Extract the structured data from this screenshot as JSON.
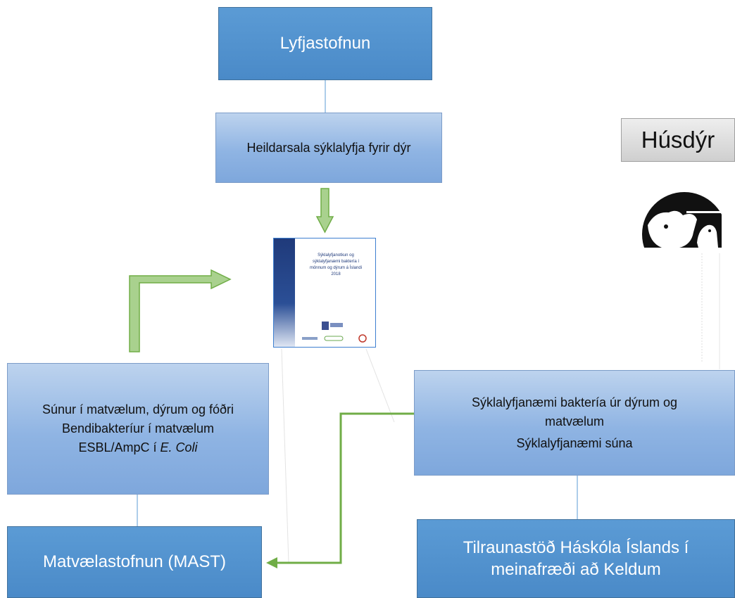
{
  "boxes": {
    "lyfjastofnun": "Lyfjastofnun",
    "heildarsala": "Heildarsala sýklalyfja fyrir dýr",
    "husdyr": "Húsdýr",
    "sunur_line1": "Súnur í matvælum, dýrum og fóðri",
    "sunur_line2": "Bendibakteríur í matvælum",
    "sunur_line3_prefix": "ESBL/AmpC í ",
    "sunur_line3_italic": "E. Coli",
    "syklalyf_line1": "Sýklalyfjanæmi baktería úr dýrum og matvælum",
    "syklalyf_line2": "Sýklalyfjanæmi súna",
    "mast": "Matvælastofnun (MAST)",
    "keldur": "Tilraunastöð Háskóla Íslands í meinafræði að Keldum"
  },
  "report_cover": {
    "title_line1": "Sýklalyfjanotkun og",
    "title_line2": "sýklalyfjanæmi baktería í",
    "title_line3": "mönnum og dýrum á Íslandi",
    "year": "2018"
  },
  "icons": {
    "animals": "cow-chicken-icon",
    "report": "report-cover-icon"
  },
  "colors": {
    "dark_box": "#5b9bd5",
    "light_box": "#9dc3e6",
    "green_arrow": "#70ad47",
    "gray_box": "#d9d9d9"
  }
}
